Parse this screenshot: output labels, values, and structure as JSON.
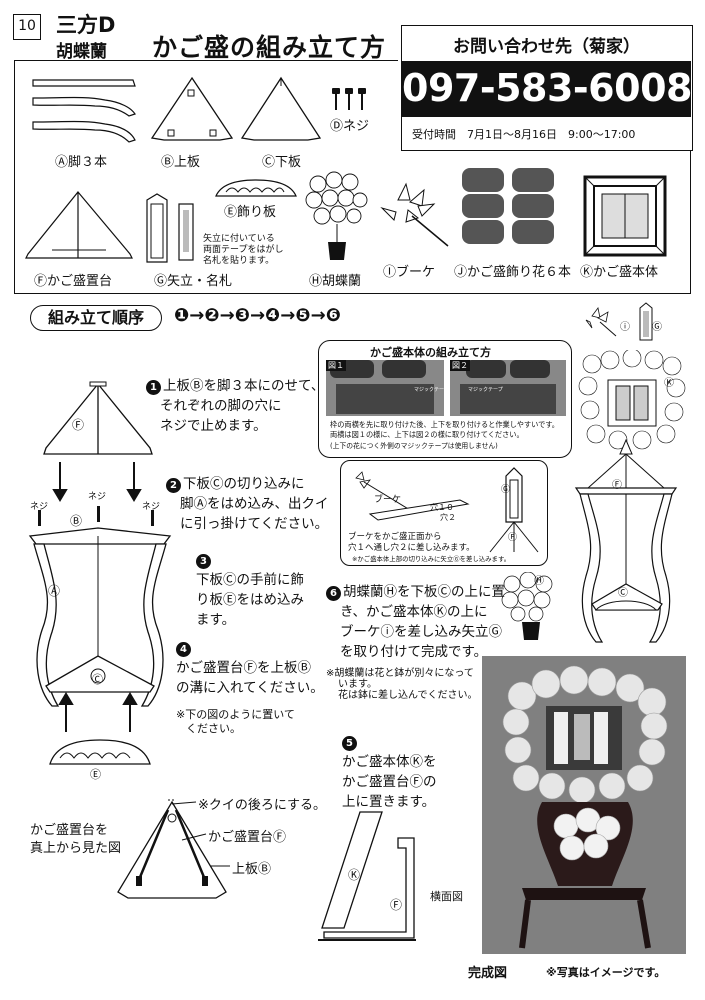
{
  "header": {
    "page_no": "10",
    "product_code": "三方D",
    "flower": "胡蝶蘭",
    "title": "かご盛の組み立て方"
  },
  "contact": {
    "label": "お問い合わせ先（菊家）",
    "phone": "097-583-6008",
    "hours": "受付時間　7月1日〜8月16日　9:00〜17:00"
  },
  "parts": {
    "a_label": "Ⓐ脚３本",
    "b_label": "Ⓑ上板",
    "c_label": "Ⓒ下板",
    "d_label": "Ⓓネジ",
    "e_label": "Ⓔ飾り板",
    "f_label": "Ⓕかご盛置台",
    "g_label": "Ⓖ矢立・名札",
    "g_note": "矢立に付いている\n両面テープをはがし\n名札を貼ります。",
    "h_label": "Ⓗ胡蝶蘭",
    "i_label": "Ⓘブーケ",
    "j_label": "Ⓙかご盛飾り花６本",
    "k_label": "Ⓚかご盛本体"
  },
  "order": {
    "label": "組み立て順序",
    "seq": [
      "❶",
      "❷",
      "❸",
      "❹",
      "❺",
      "❻"
    ],
    "arrow": "→"
  },
  "basket_box": {
    "title": "かご盛本体の組み立て方",
    "fig1": "図１",
    "fig2": "図２",
    "tape": "マジックテープ",
    "text1": "枠の両横を先に取り付けた後、上下を取り付けると作業しやすいです。",
    "text2": "両横は図１の様に、上下は図２の様に取り付けてください。",
    "text3": "(上下の花につく外側のマジックテープは使用しません)"
  },
  "steps": {
    "s1_num": "1",
    "s1_l1": "上板Ⓑを脚３本にのせて、",
    "s1_l2": "それぞれの脚の穴に",
    "s1_l3": "ネジで止めます。",
    "s2_num": "2",
    "s2_l1": "下板Ⓒの切り込みに",
    "s2_l2": "脚Ⓐをはめ込み、出クイ",
    "s2_l3": "に引っ掛けてください。",
    "s3_num": "3",
    "s3_l1": "下板Ⓒの手前に飾",
    "s3_l2": "り板Ⓔをはめ込み",
    "s3_l3": "ます。",
    "s4_num": "4",
    "s4_l1": "かご盛置台Ⓕを上板Ⓑ",
    "s4_l2": "の溝に入れてください。",
    "s4_note1": "※下の図のように置いて",
    "s4_note2": "ください。",
    "s5_num": "5",
    "s5_l1": "かご盛本体Ⓚを",
    "s5_l2": "かご盛置台Ⓕの",
    "s5_l3": "上に置きます。",
    "s6_num": "6",
    "s6_l1": "胡蝶蘭Ⓗを下板Ⓒの上に置",
    "s6_l2": "き、かご盛本体Ⓚの上に",
    "s6_l3": "ブーケⓘを差し込み矢立Ⓖ",
    "s6_l4": "を取り付けて完成です。",
    "s6_note1": "※胡蝶蘭は花と鉢が別々になって",
    "s6_note2": "います。",
    "s6_note3": "花は鉢に差し込んでください。"
  },
  "callout": {
    "bouquet": "ブーケ",
    "hole10": "穴１０",
    "hole2": "穴２",
    "text1": "ブーケをかご盛正面から",
    "text2": "穴１へ通し穴２に差し込みます。",
    "text3": "※かご盛本体上部の切り込みに矢立Ⓖを差し込みます。"
  },
  "labels": {
    "neji": "ネジ",
    "circle_b": "Ⓑ",
    "circle_a": "Ⓐ",
    "circle_c": "Ⓒ",
    "circle_e": "Ⓔ",
    "circle_f": "Ⓕ",
    "circle_g": "Ⓖ",
    "circle_h": "Ⓗ",
    "circle_i": "ⓘ",
    "circle_k": "Ⓚ",
    "top_view_l1": "かご盛置台を",
    "top_view_l2": "真上から見た図",
    "kui": "※クイの後ろにする。",
    "daiF": "かご盛置台Ⓕ",
    "ueB": "上板Ⓑ",
    "side_view": "横面図",
    "kansei": "完成図",
    "photo_note": "※写真はイメージです。"
  }
}
